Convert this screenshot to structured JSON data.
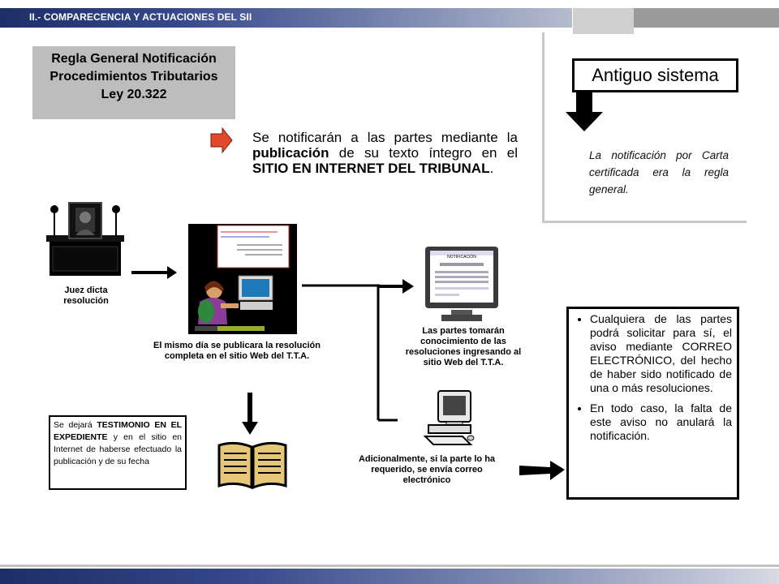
{
  "header": {
    "title": "II.- COMPARECENCIA Y ACTUACIONES DEL SII"
  },
  "regla": {
    "line1": "Regla General Notificación",
    "line2": "Procedimientos Tributarios",
    "line3": "Ley 20.322"
  },
  "statement": {
    "t1": "Se notificarán a las partes mediante la ",
    "b1": "publicación",
    "t2": " de su texto íntegro en el ",
    "b2": "SITIO EN INTERNET DEL TRIBUNAL",
    "t3": "."
  },
  "antiguo": {
    "title": "Antiguo sistema",
    "note": "La notificación por Carta certificada era la regla general."
  },
  "captions": {
    "juez": "Juez dicta resolución",
    "publicara": "El mismo día se publicara la resolución completa en el sitio Web del T.T.A.",
    "partes": "Las partes tomarán conocimiento de las resoluciones ingresando al sitio Web del T.T.A.",
    "correo": "Adicionalmente, si la parte lo ha requerido, se envía correo electrónico"
  },
  "testimonio": {
    "t1": "Se dejará ",
    "b1": "TESTIMONIO EN EL EXPEDIENTE",
    "t2": " y en el sitio en Internet de haberse efectuado la publicación y de su fecha"
  },
  "bullets": {
    "b1_t1": "Cualquiera de las partes podrá solicitar para sí, el aviso mediante ",
    "b1_b": "CORREO ELECTRÓNICO",
    "b1_t2": ", del hecho de haber sido notificado de una o más resoluciones.",
    "b2": "En todo caso, la falta de este aviso no anulará la notificación."
  },
  "screen": {
    "notificacion_label": "NOTIFICACIÓN"
  },
  "colors": {
    "header_dark": "#1d2f66",
    "box_grey": "#bdbdbd",
    "arrow_red": "#e04a2a"
  }
}
